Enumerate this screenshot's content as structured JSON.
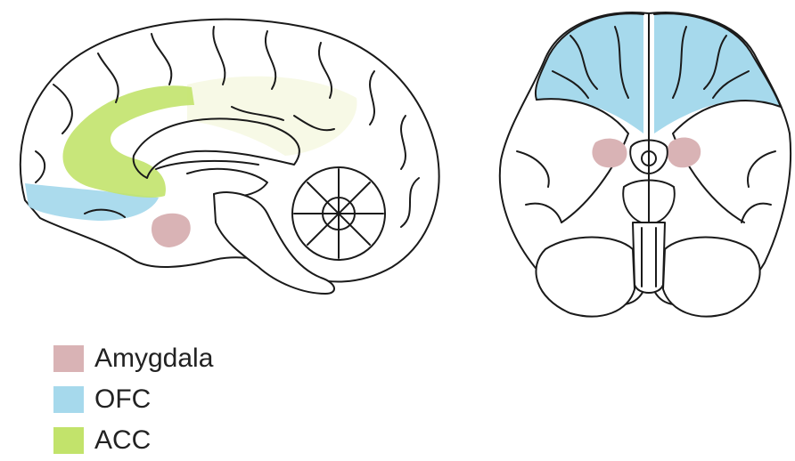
{
  "legend": {
    "items": [
      {
        "key": "amygdala",
        "label": "Amygdala",
        "color": "#d9b3b5"
      },
      {
        "key": "ofc",
        "label": "OFC",
        "color": "#a6d9ec"
      },
      {
        "key": "acc",
        "label": "ACC",
        "color": "#c2e36b"
      }
    ]
  },
  "colors": {
    "outline": "#1a1a1a",
    "brain_fill": "#ffffff",
    "cream_tint": "#f7f9e6"
  }
}
